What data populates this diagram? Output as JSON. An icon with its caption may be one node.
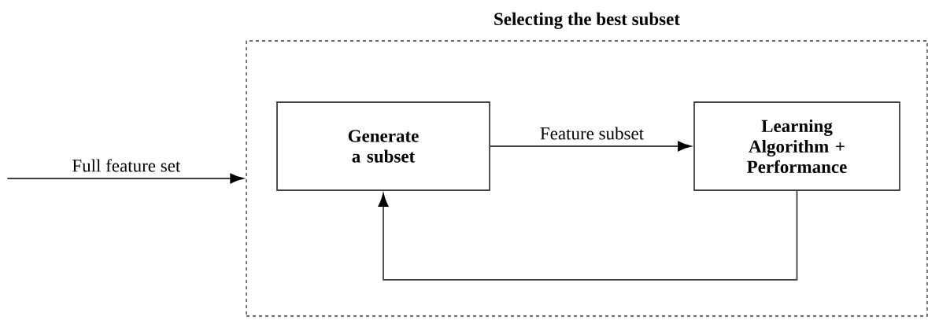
{
  "diagram": {
    "nodes": [
      {
        "text": [
          "Selecting the best subset"
        ]
      },
      {
        "text": [
          "Generate a subset"
        ],
        "in": 0
      },
      {
        "text": [
          "Learning Algorithm + Performance"
        ],
        "in": 0
      }
    ],
    "edges": [
      {
        "from": null,
        "to": 0,
        "arrow": "to",
        "label": "Full feature set"
      },
      {
        "from": 1,
        "to": 2,
        "arrow": "to",
        "label": "Feature subset"
      },
      {
        "from": 2,
        "to": 1,
        "arrow": "to"
      }
    ]
  }
}
